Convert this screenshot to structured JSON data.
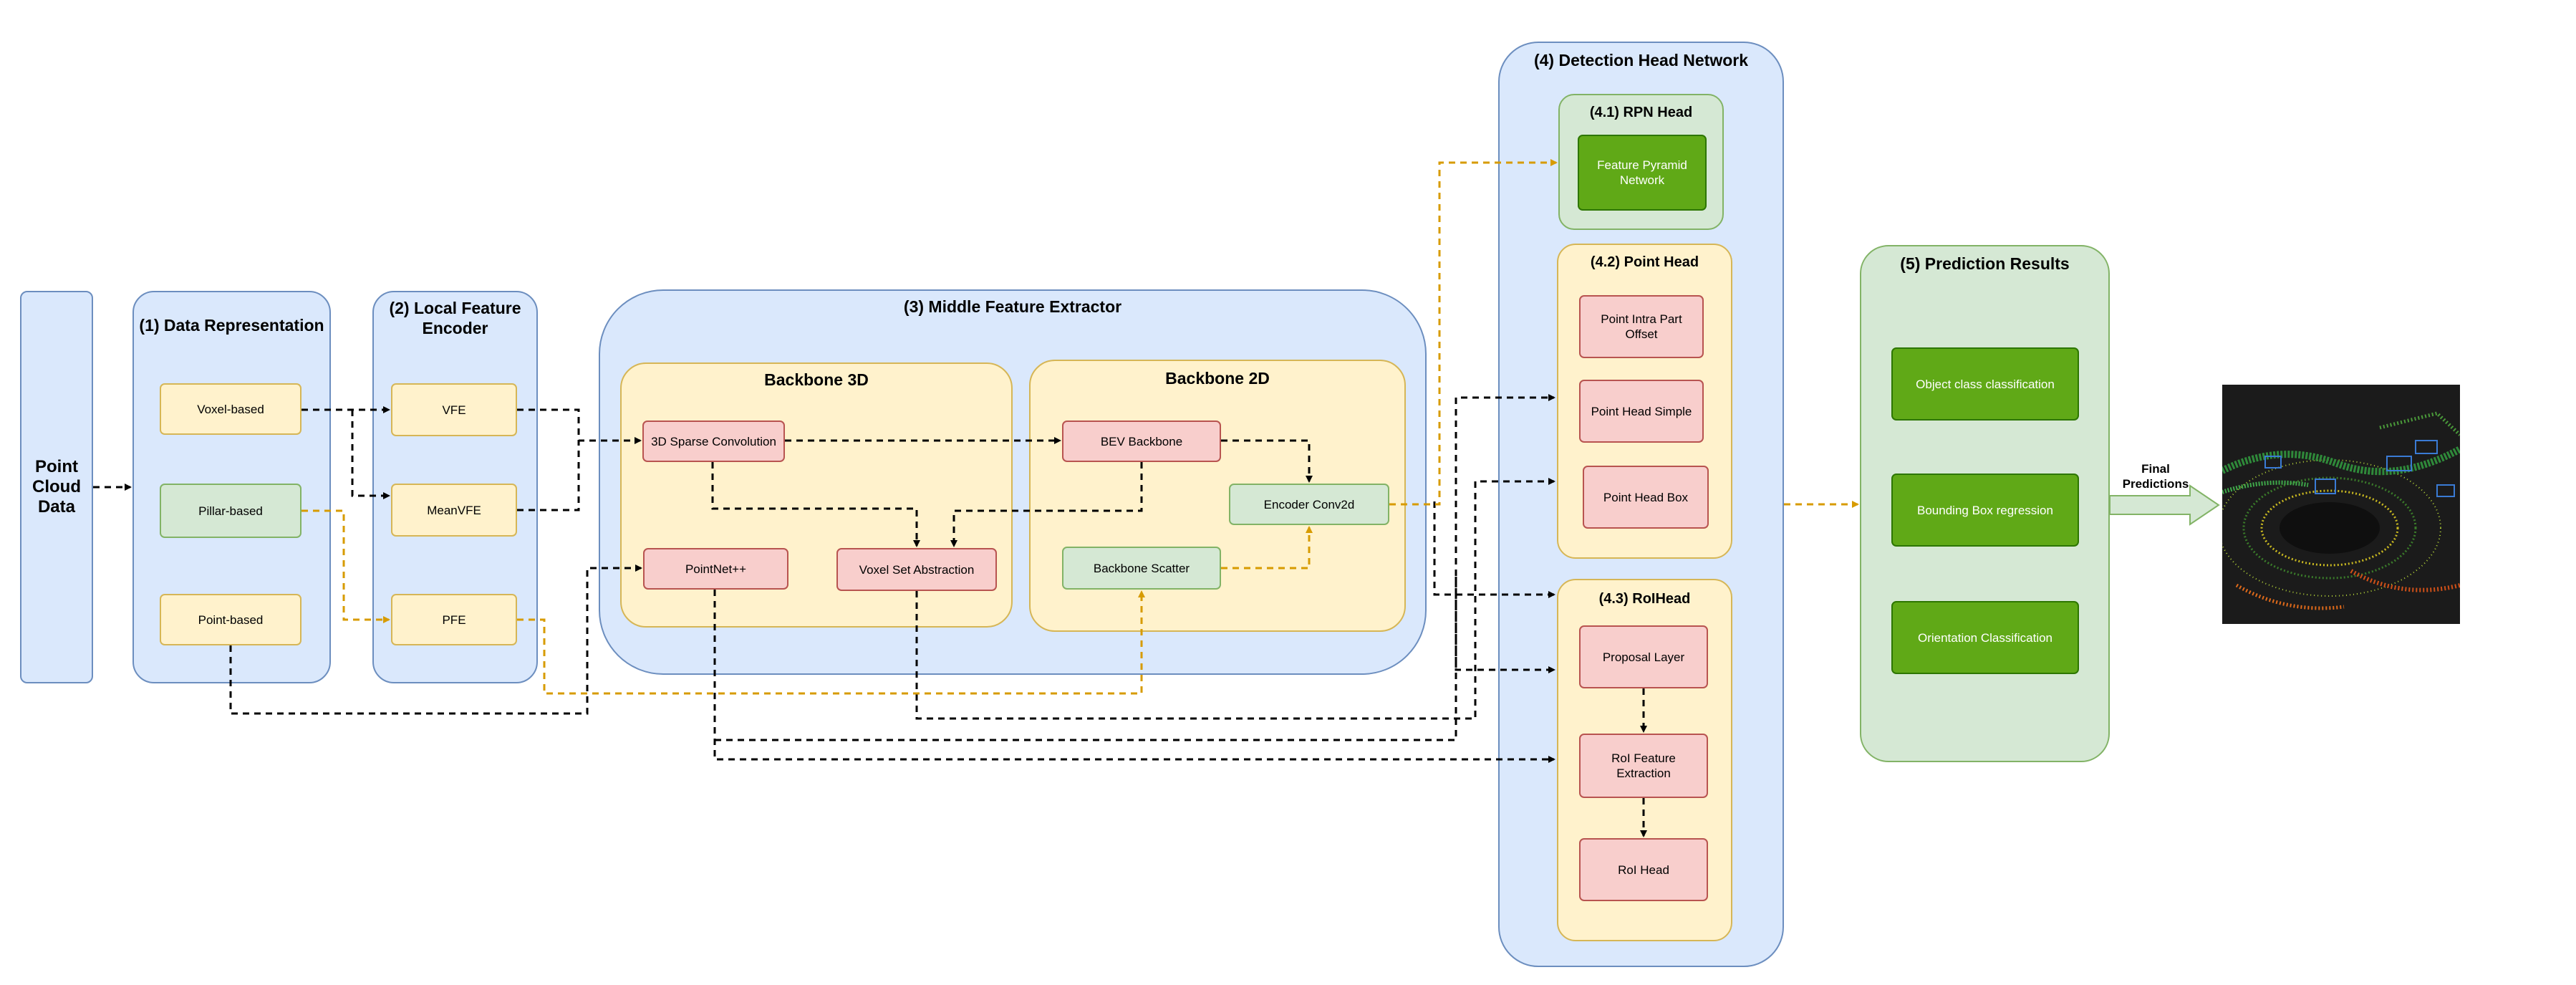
{
  "input": {
    "label": "Point\nCloud\nData"
  },
  "stage1": {
    "title": "(1) Data Representation",
    "items": [
      "Voxel-based",
      "Pillar-based",
      "Point-based"
    ]
  },
  "stage2": {
    "title": "(2) Local Feature\nEncoder",
    "items": [
      "VFE",
      "MeanVFE",
      "PFE"
    ]
  },
  "stage3": {
    "title": "(3) Middle Feature Extractor",
    "backbone3d": {
      "title": "Backbone 3D",
      "items": [
        "3D Sparse Convolution",
        "PointNet++",
        "Voxel Set Abstraction"
      ]
    },
    "backbone2d": {
      "title": "Backbone 2D",
      "items": [
        "BEV Backbone",
        "Encoder Conv2d",
        "Backbone Scatter"
      ]
    }
  },
  "stage4": {
    "title": "(4) Detection Head Network",
    "rpn": {
      "title": "(4.1) RPN Head",
      "items": [
        "Feature Pyramid\nNetwork"
      ]
    },
    "point": {
      "title": "(4.2) Point Head",
      "items": [
        "Point Intra Part Offset",
        "Point Head Simple",
        "Point Head Box"
      ]
    },
    "roi": {
      "title": "(4.3) RoIHead",
      "items": [
        "Proposal Layer",
        "RoI Feature Extraction",
        "RoI Head"
      ]
    }
  },
  "stage5": {
    "title": "(5) Prediction Results",
    "items": [
      "Object class classification",
      "Bounding Box regression",
      "Orientation Classification"
    ]
  },
  "output": {
    "arrow_label": "Final\nPredictions"
  },
  "colors": {
    "blue_fill": "#dae8fc",
    "yellow_fill": "#fff2cc",
    "red_fill": "#f8cecc",
    "green_fill": "#d5e8d4",
    "dark_green": "#60a917",
    "orange_line": "#d79b00"
  }
}
